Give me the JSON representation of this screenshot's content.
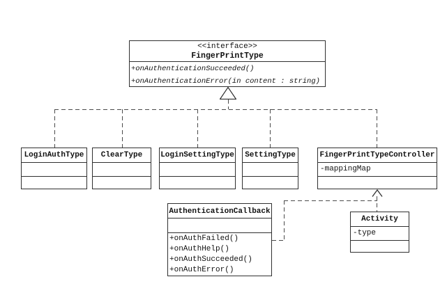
{
  "colors": {
    "background": "#ffffff",
    "box_border": "#2f2f2f",
    "dashed_line": "#4a4a4a",
    "text": "#111111"
  },
  "interface": {
    "stereotype": "<<interface>>",
    "name": "FingerPrintType",
    "methods": [
      "+onAuthenticationSucceeded()",
      "+onAuthenticationError(in content : string)"
    ]
  },
  "classes": [
    {
      "name": "LoginAuthType",
      "attributes": [],
      "methods": []
    },
    {
      "name": "ClearType",
      "attributes": [],
      "methods": []
    },
    {
      "name": "LoginSettingType",
      "attributes": [],
      "methods": []
    },
    {
      "name": "SettingType",
      "attributes": [],
      "methods": []
    },
    {
      "name": "FingerPrintTypeController",
      "attributes": [
        "-mappingMap"
      ],
      "methods": []
    },
    {
      "name": "AuthenticationCallback",
      "attributes": [],
      "methods": [
        "+onAuthFailed()",
        "+onAuthHelp()",
        "+onAuthSucceeded()",
        "+onAuthError()"
      ]
    },
    {
      "name": "Activity",
      "attributes": [
        "-type"
      ],
      "methods": []
    }
  ],
  "relations": [
    {
      "type": "realization",
      "from": "LoginAuthType",
      "to": "FingerPrintType"
    },
    {
      "type": "realization",
      "from": "ClearType",
      "to": "FingerPrintType"
    },
    {
      "type": "realization",
      "from": "LoginSettingType",
      "to": "FingerPrintType"
    },
    {
      "type": "realization",
      "from": "SettingType",
      "to": "FingerPrintType"
    },
    {
      "type": "realization",
      "from": "FingerPrintTypeController",
      "to": "FingerPrintType"
    },
    {
      "type": "dependency",
      "from": "AuthenticationCallback",
      "to": "FingerPrintTypeController"
    },
    {
      "type": "dependency",
      "from": "Activity",
      "to": "FingerPrintTypeController"
    }
  ]
}
